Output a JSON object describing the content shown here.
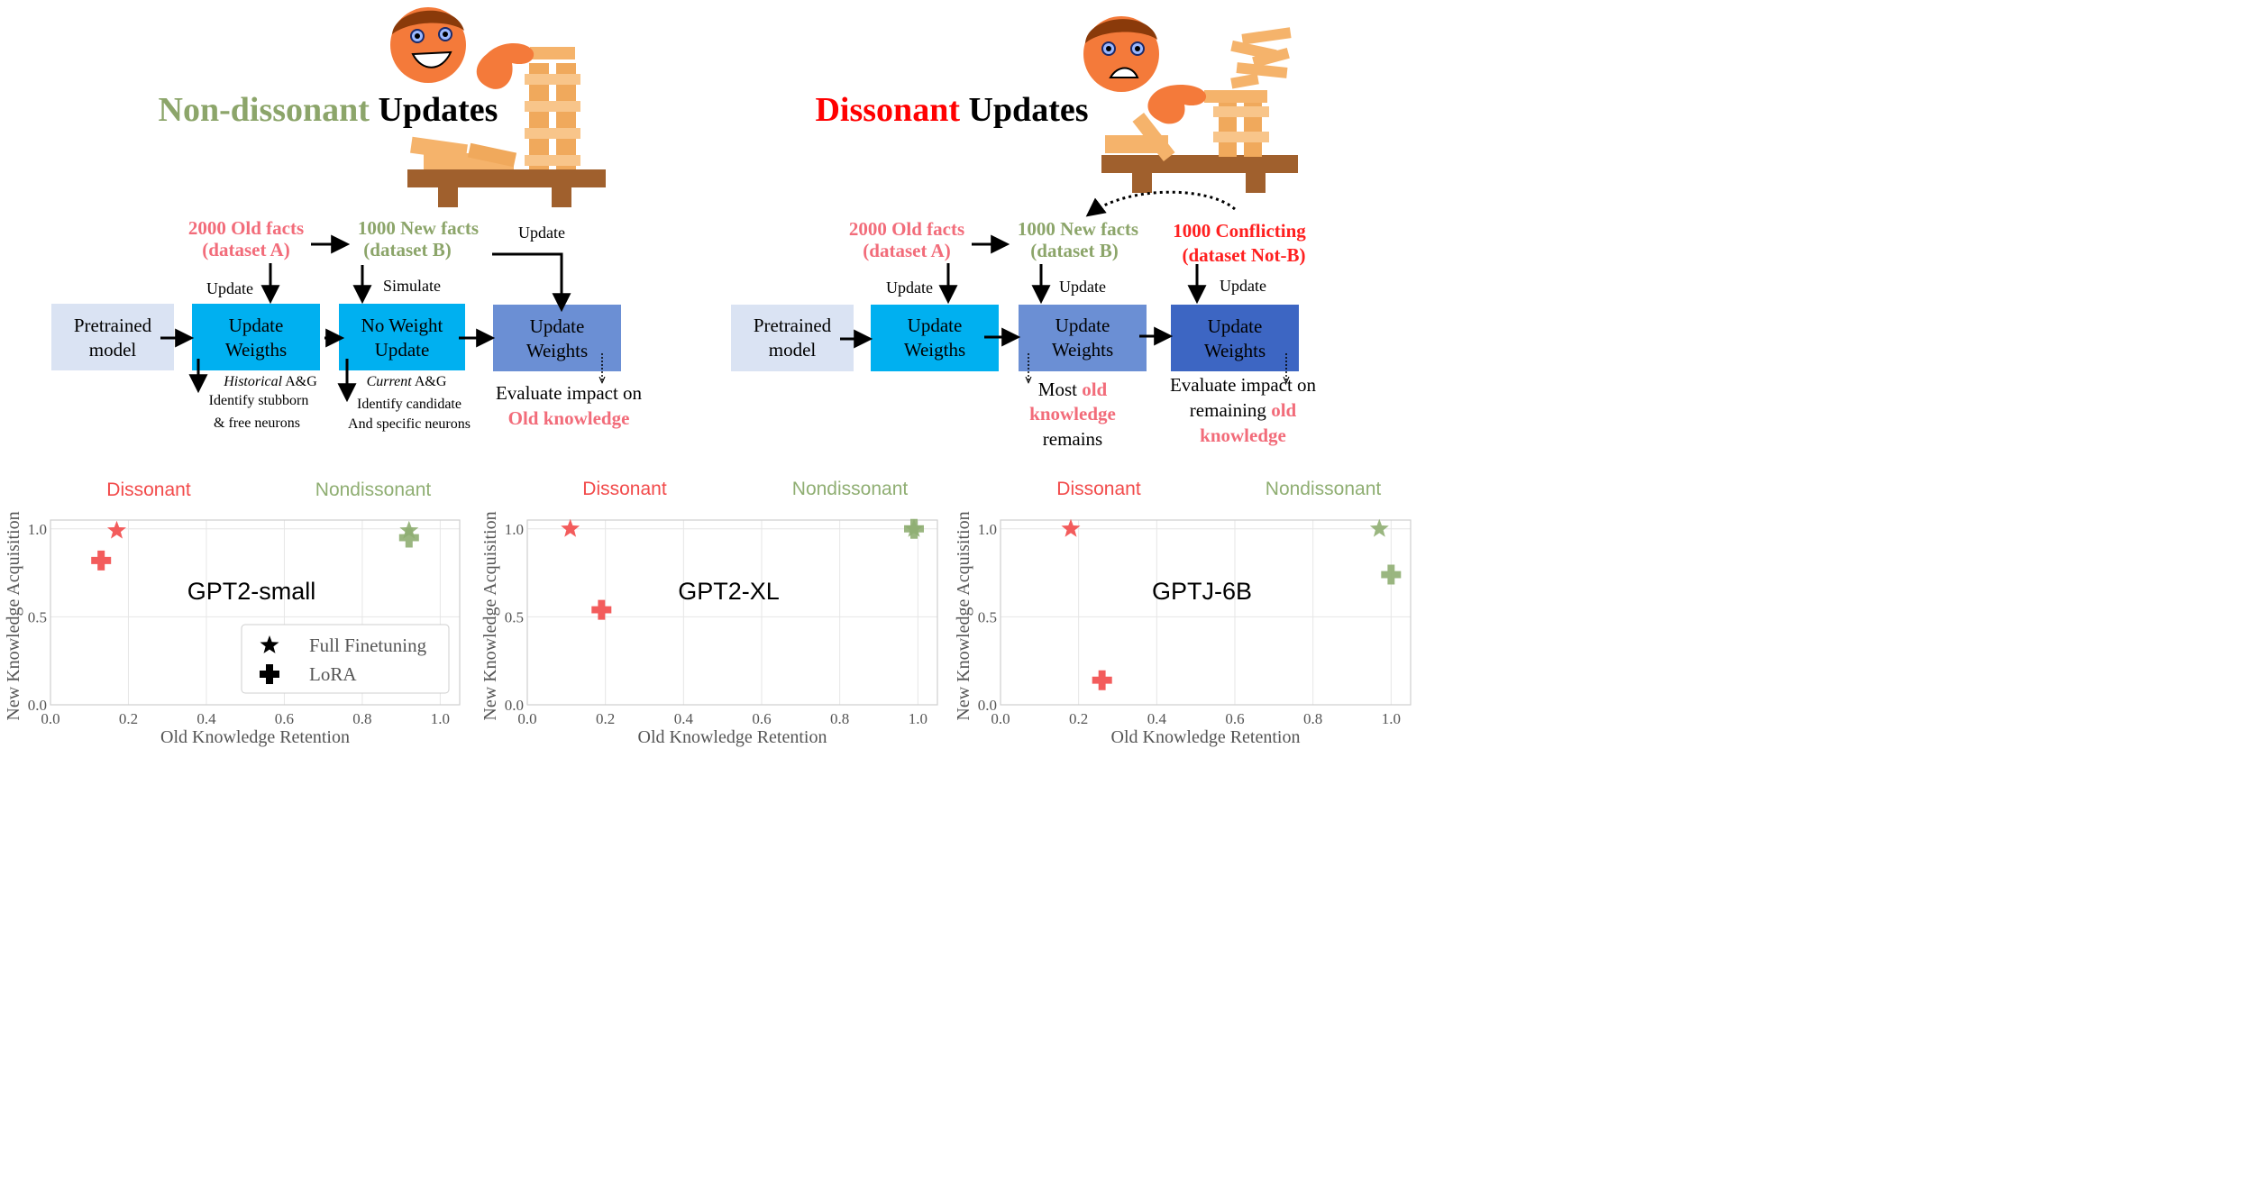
{
  "colors": {
    "green": "#8ca56a",
    "red": "#ff0000",
    "pink": "#f26c7a",
    "dark_red": "#ff2020",
    "box_light": "#dae3f3",
    "box_cyan": "#00b0f0",
    "box_blue": "#6b8fd4",
    "box_dark": "#3d66c3",
    "star_red": "#f24a4a",
    "star_green": "#8fae72",
    "wood": "#a0602d",
    "block": "#f5b36b",
    "face": "#f47a3a",
    "hair": "#8a3a0a"
  },
  "left_panel": {
    "title_colored": "Non-dissonant",
    "title_rest": "Updates",
    "old_facts": "2000 Old facts",
    "old_facts_sub": "(dataset A)",
    "new_facts": "1000 New facts",
    "new_facts_sub": "(dataset B)",
    "update_top": "Update",
    "update_label": "Update",
    "simulate_label": "Simulate",
    "box_pretrained_1": "Pretrained",
    "box_pretrained_2": "model",
    "box_update1_1": "Update",
    "box_update1_2": "Weigths",
    "box_noweight_1": "No Weight",
    "box_noweight_2": "Update",
    "box_update2_1": "Update",
    "box_update2_2": "Weights",
    "hist_italic": "Historical",
    "hist_rest": "A&G",
    "hist_line2": "Identify stubborn",
    "hist_line3": "& free neurons",
    "curr_italic": "Current",
    "curr_rest": "A&G",
    "curr_line2": "Identify candidate",
    "curr_line3": "And specific neurons",
    "eval_line1": "Evaluate impact on",
    "eval_line2": "Old knowledge"
  },
  "right_panel": {
    "title_colored": "Dissonant",
    "title_rest": "Updates",
    "old_facts": "2000 Old facts",
    "old_facts_sub": "(dataset A)",
    "new_facts": "1000 New facts",
    "new_facts_sub": "(dataset B)",
    "conflicting": "1000 Conflicting",
    "conflicting_sub": "(dataset Not-B)",
    "update_a": "Update",
    "update_b": "Update",
    "update_c": "Update",
    "box_pretrained_1": "Pretrained",
    "box_pretrained_2": "model",
    "box_update1_1": "Update",
    "box_update1_2": "Weigths",
    "box_update2_1": "Update",
    "box_update2_2": "Weights",
    "box_update3_1": "Update",
    "box_update3_2": "Weights",
    "most_1": "Most",
    "most_2": "old",
    "most_3": "knowledge",
    "most_4": "remains",
    "eval_1": "Evaluate impact",
    "eval_2": "on",
    "eval_3": "remaining",
    "eval_4": "old",
    "eval_5": "knowledge"
  },
  "charts_common": {
    "xlabel": "Old Knowledge Retention",
    "ylabel": "New Knowledge Acquisition",
    "label_dissonant": "Dissonant",
    "label_nondissonant": "Nondissonant",
    "xticks": [
      "0.0",
      "0.2",
      "0.4",
      "0.6",
      "0.8",
      "1.0"
    ],
    "yticks": [
      "0.0",
      "0.5",
      "1.0"
    ],
    "legend_full": "Full Finetuning",
    "legend_lora": "LoRA"
  },
  "chart_data": [
    {
      "type": "scatter",
      "title": "GPT2-small",
      "xlabel": "Old Knowledge Retention",
      "ylabel": "New Knowledge Acquisition",
      "xlim": [
        0,
        1.05
      ],
      "ylim": [
        0,
        1.05
      ],
      "grid": true,
      "legend": "bottom-right",
      "series": [
        {
          "name": "Full Finetuning",
          "points": [
            {
              "x": 0.17,
              "y": 0.99,
              "group": "Dissonant"
            },
            {
              "x": 0.92,
              "y": 0.99,
              "group": "Nondissonant"
            }
          ]
        },
        {
          "name": "LoRA",
          "points": [
            {
              "x": 0.13,
              "y": 0.82,
              "group": "Dissonant"
            },
            {
              "x": 0.92,
              "y": 0.95,
              "group": "Nondissonant"
            }
          ]
        }
      ]
    },
    {
      "type": "scatter",
      "title": "GPT2-XL",
      "xlabel": "Old Knowledge Retention",
      "ylabel": "New Knowledge Acquisition",
      "xlim": [
        0,
        1.05
      ],
      "ylim": [
        0,
        1.05
      ],
      "grid": true,
      "series": [
        {
          "name": "Full Finetuning",
          "points": [
            {
              "x": 0.11,
              "y": 1.0,
              "group": "Dissonant"
            },
            {
              "x": 0.99,
              "y": 1.0,
              "group": "Nondissonant"
            }
          ]
        },
        {
          "name": "LoRA",
          "points": [
            {
              "x": 0.19,
              "y": 0.54,
              "group": "Dissonant"
            },
            {
              "x": 0.99,
              "y": 1.0,
              "group": "Nondissonant"
            }
          ]
        }
      ]
    },
    {
      "type": "scatter",
      "title": "GPTJ-6B",
      "xlabel": "Old Knowledge Retention",
      "ylabel": "New Knowledge Acquisition",
      "xlim": [
        0,
        1.05
      ],
      "ylim": [
        0,
        1.05
      ],
      "grid": true,
      "series": [
        {
          "name": "Full Finetuning",
          "points": [
            {
              "x": 0.18,
              "y": 1.0,
              "group": "Dissonant"
            },
            {
              "x": 0.97,
              "y": 1.0,
              "group": "Nondissonant"
            }
          ]
        },
        {
          "name": "LoRA",
          "points": [
            {
              "x": 0.26,
              "y": 0.14,
              "group": "Dissonant"
            },
            {
              "x": 1.0,
              "y": 0.74,
              "group": "Nondissonant"
            }
          ]
        }
      ]
    }
  ]
}
